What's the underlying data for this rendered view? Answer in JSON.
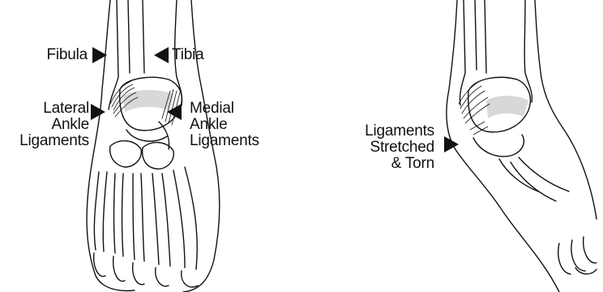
{
  "left_figure": {
    "label_fibula": "Fibula",
    "label_tibia": "Tibia",
    "label_lateral": [
      "Lateral",
      "Ankle",
      "Ligaments"
    ],
    "label_medial": [
      "Medial",
      "Ankle",
      "Ligaments"
    ]
  },
  "right_figure": {
    "label_torn": [
      "Ligaments",
      "Stretched",
      "& Torn"
    ]
  },
  "colors": {
    "ink": "#111111",
    "cartilage": "#d8d8d8",
    "background": "#ffffff"
  }
}
